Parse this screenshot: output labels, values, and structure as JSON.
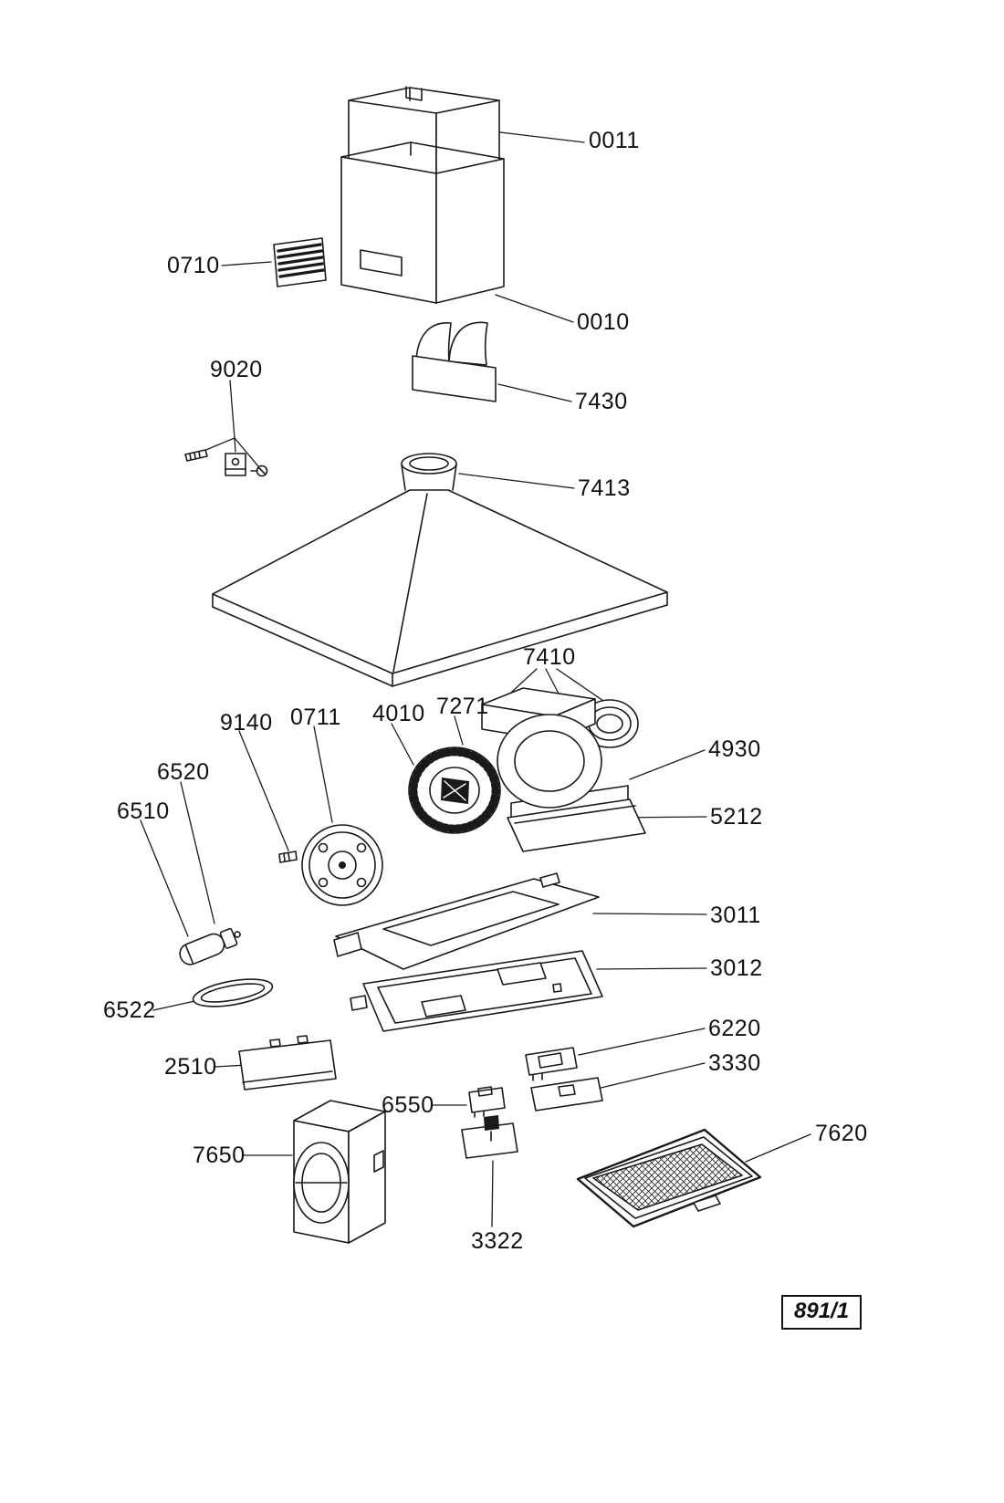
{
  "colors": {
    "ink": "#1a1a1a",
    "paper": "#ffffff"
  },
  "parts": {
    "p0011": "0011",
    "p0710": "0710",
    "p0010": "0010",
    "p9020": "9020",
    "p7430": "7430",
    "p7413": "7413",
    "p7410": "7410",
    "p9140": "9140",
    "p0711": "0711",
    "p4010": "4010",
    "p7271": "7271",
    "p4930": "4930",
    "p5212": "5212",
    "p6520": "6520",
    "p6510": "6510",
    "p3011": "3011",
    "p3012": "3012",
    "p6522": "6522",
    "p2510": "2510",
    "p6220": "6220",
    "p3330": "3330",
    "p6550": "6550",
    "p7650": "7650",
    "p3322": "3322",
    "p7620": "7620"
  },
  "reference": {
    "text": "891/1"
  }
}
